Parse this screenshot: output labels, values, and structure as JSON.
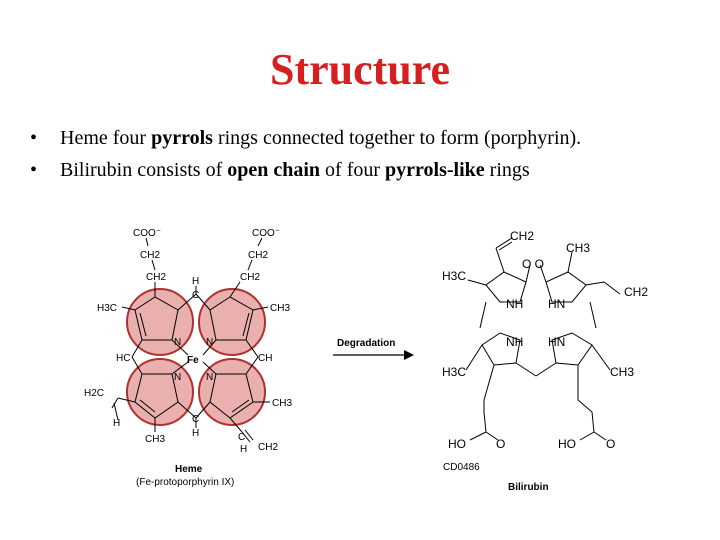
{
  "slide": {
    "title": "Structure",
    "bullets": [
      {
        "marker": "•",
        "parts": [
          {
            "text": "Heme four ",
            "bold": false
          },
          {
            "text": "pyrrols",
            "bold": true
          },
          {
            "text": " rings connected together to form (porphyrin).",
            "bold": false
          }
        ]
      },
      {
        "marker": "•",
        "parts": [
          {
            "text": "Bilirubin consists of ",
            "bold": false
          },
          {
            "text": "open chain",
            "bold": true
          },
          {
            "text": " of four ",
            "bold": false
          },
          {
            "text": "pyrrols-like",
            "bold": true
          },
          {
            "text": " rings",
            "bold": false
          }
        ]
      }
    ]
  },
  "figure": {
    "heme_label": "Heme",
    "heme_sublabel": "(Fe-protoporphyrin IX)",
    "arrow_label": "Degradation",
    "bilirubin_label": "Bilirubin",
    "figure_code": "CD0486",
    "ring_fill": "#e9b0ae",
    "ring_stroke": "#b03030",
    "heme_atoms": {
      "coo1": "COO⁻",
      "coo2": "COO⁻",
      "ch2_a": "CH2",
      "ch2_b": "CH2",
      "ch2_c": "CH2",
      "ch2_d": "CH2",
      "h3c_left": "H3C",
      "ch3_right": "CH3",
      "hc_left": "HC",
      "ch_right": "CH",
      "fe": "Fe",
      "h_top": "H",
      "c_top": "C",
      "h_bottom": "H",
      "c_bottom": "C",
      "h2c_left": "H2C",
      "h_left": "H",
      "ch3_br": "CH3",
      "ch3_bottom": "CH3",
      "c_br": "C",
      "h2_br": "H",
      "ch2_br": "CH2",
      "n_tl": "N",
      "n_tr": "N",
      "n_bl": "N",
      "n_br": "N"
    },
    "bilirubin_atoms": {
      "ch2_top": "CH2",
      "ch3_top": "CH3",
      "h3c_top": "H3C",
      "oo": "O O",
      "ch2_right": "CH2",
      "nh_1": "NH",
      "hn_1": "HN",
      "nh_2": "NH",
      "hn_2": "HN",
      "h3c_bottom": "H3C",
      "ch3_bottom": "CH3",
      "ho_left": "HO",
      "o_left": "O",
      "ho_right": "HO",
      "o_right": "O"
    }
  }
}
